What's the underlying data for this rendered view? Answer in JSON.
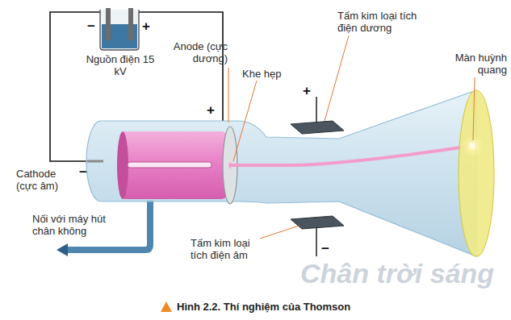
{
  "diagram": {
    "caption": "Hình 2.2. Thí nghiệm của Thomson",
    "labels": [
      "−",
      "+",
      "Nguồn điện 15 kV",
      "Anode (cực dương)",
      "+",
      "Khe hẹp",
      "Tấm kim loại tích điện dương",
      "+",
      "Màn huỳnh quang",
      "Cathode (cực âm)",
      "−",
      "Nối với máy hút chân không",
      "Tấm kim loại tích điện âm",
      "−",
      "Chân trời sáng"
    ]
  }
}
